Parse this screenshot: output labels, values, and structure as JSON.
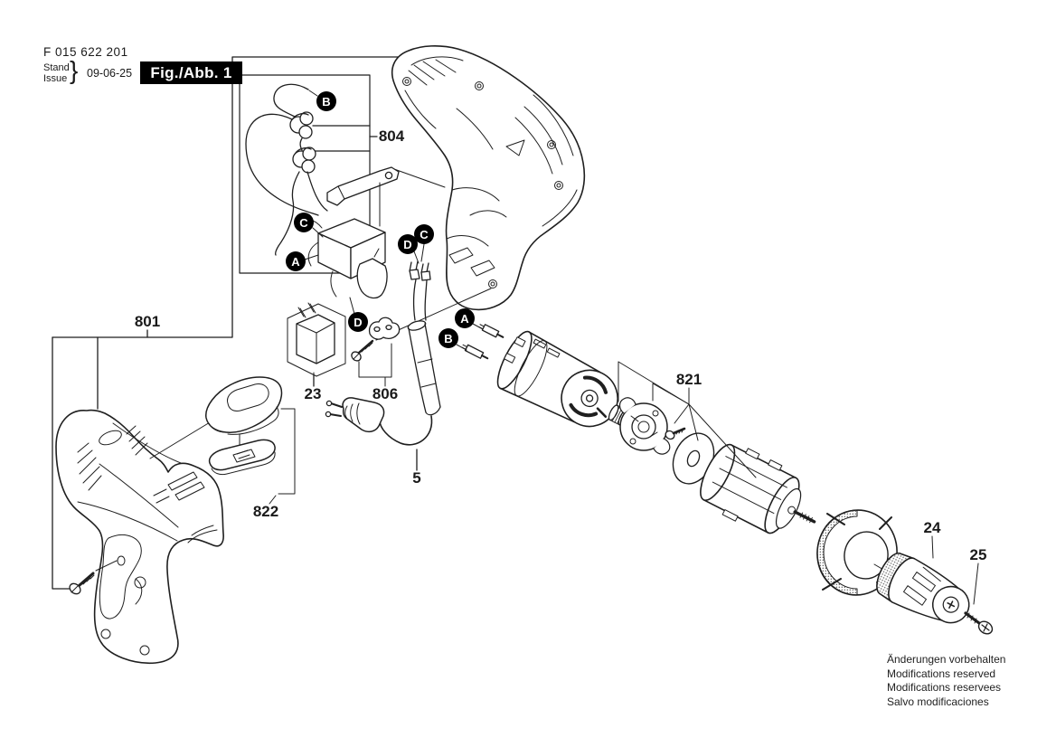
{
  "header": {
    "document_number": "F 015 622 201",
    "stand": "Stand",
    "issue": "Issue",
    "brace": "}",
    "date": "09-06-25",
    "figure_label": "Fig./Abb. 1"
  },
  "part_labels": {
    "p801": "801",
    "p804": "804",
    "p23": "23",
    "p806": "806",
    "p5": "5",
    "p822": "822",
    "p821": "821",
    "p24": "24",
    "p25": "25"
  },
  "callout_letters": {
    "a": "A",
    "b": "B",
    "c": "C",
    "d": "D"
  },
  "footer_lines": [
    "Änderungen vorbehalten",
    "Modifications reserved",
    "Modifications reservees",
    "Salvo modificaciones"
  ],
  "colors": {
    "line": "#1f1f1f",
    "callout_bg": "#000000",
    "callout_fg": "#ffffff",
    "tag_bg": "#000000",
    "tag_fg": "#ffffff",
    "paper": "#ffffff"
  }
}
